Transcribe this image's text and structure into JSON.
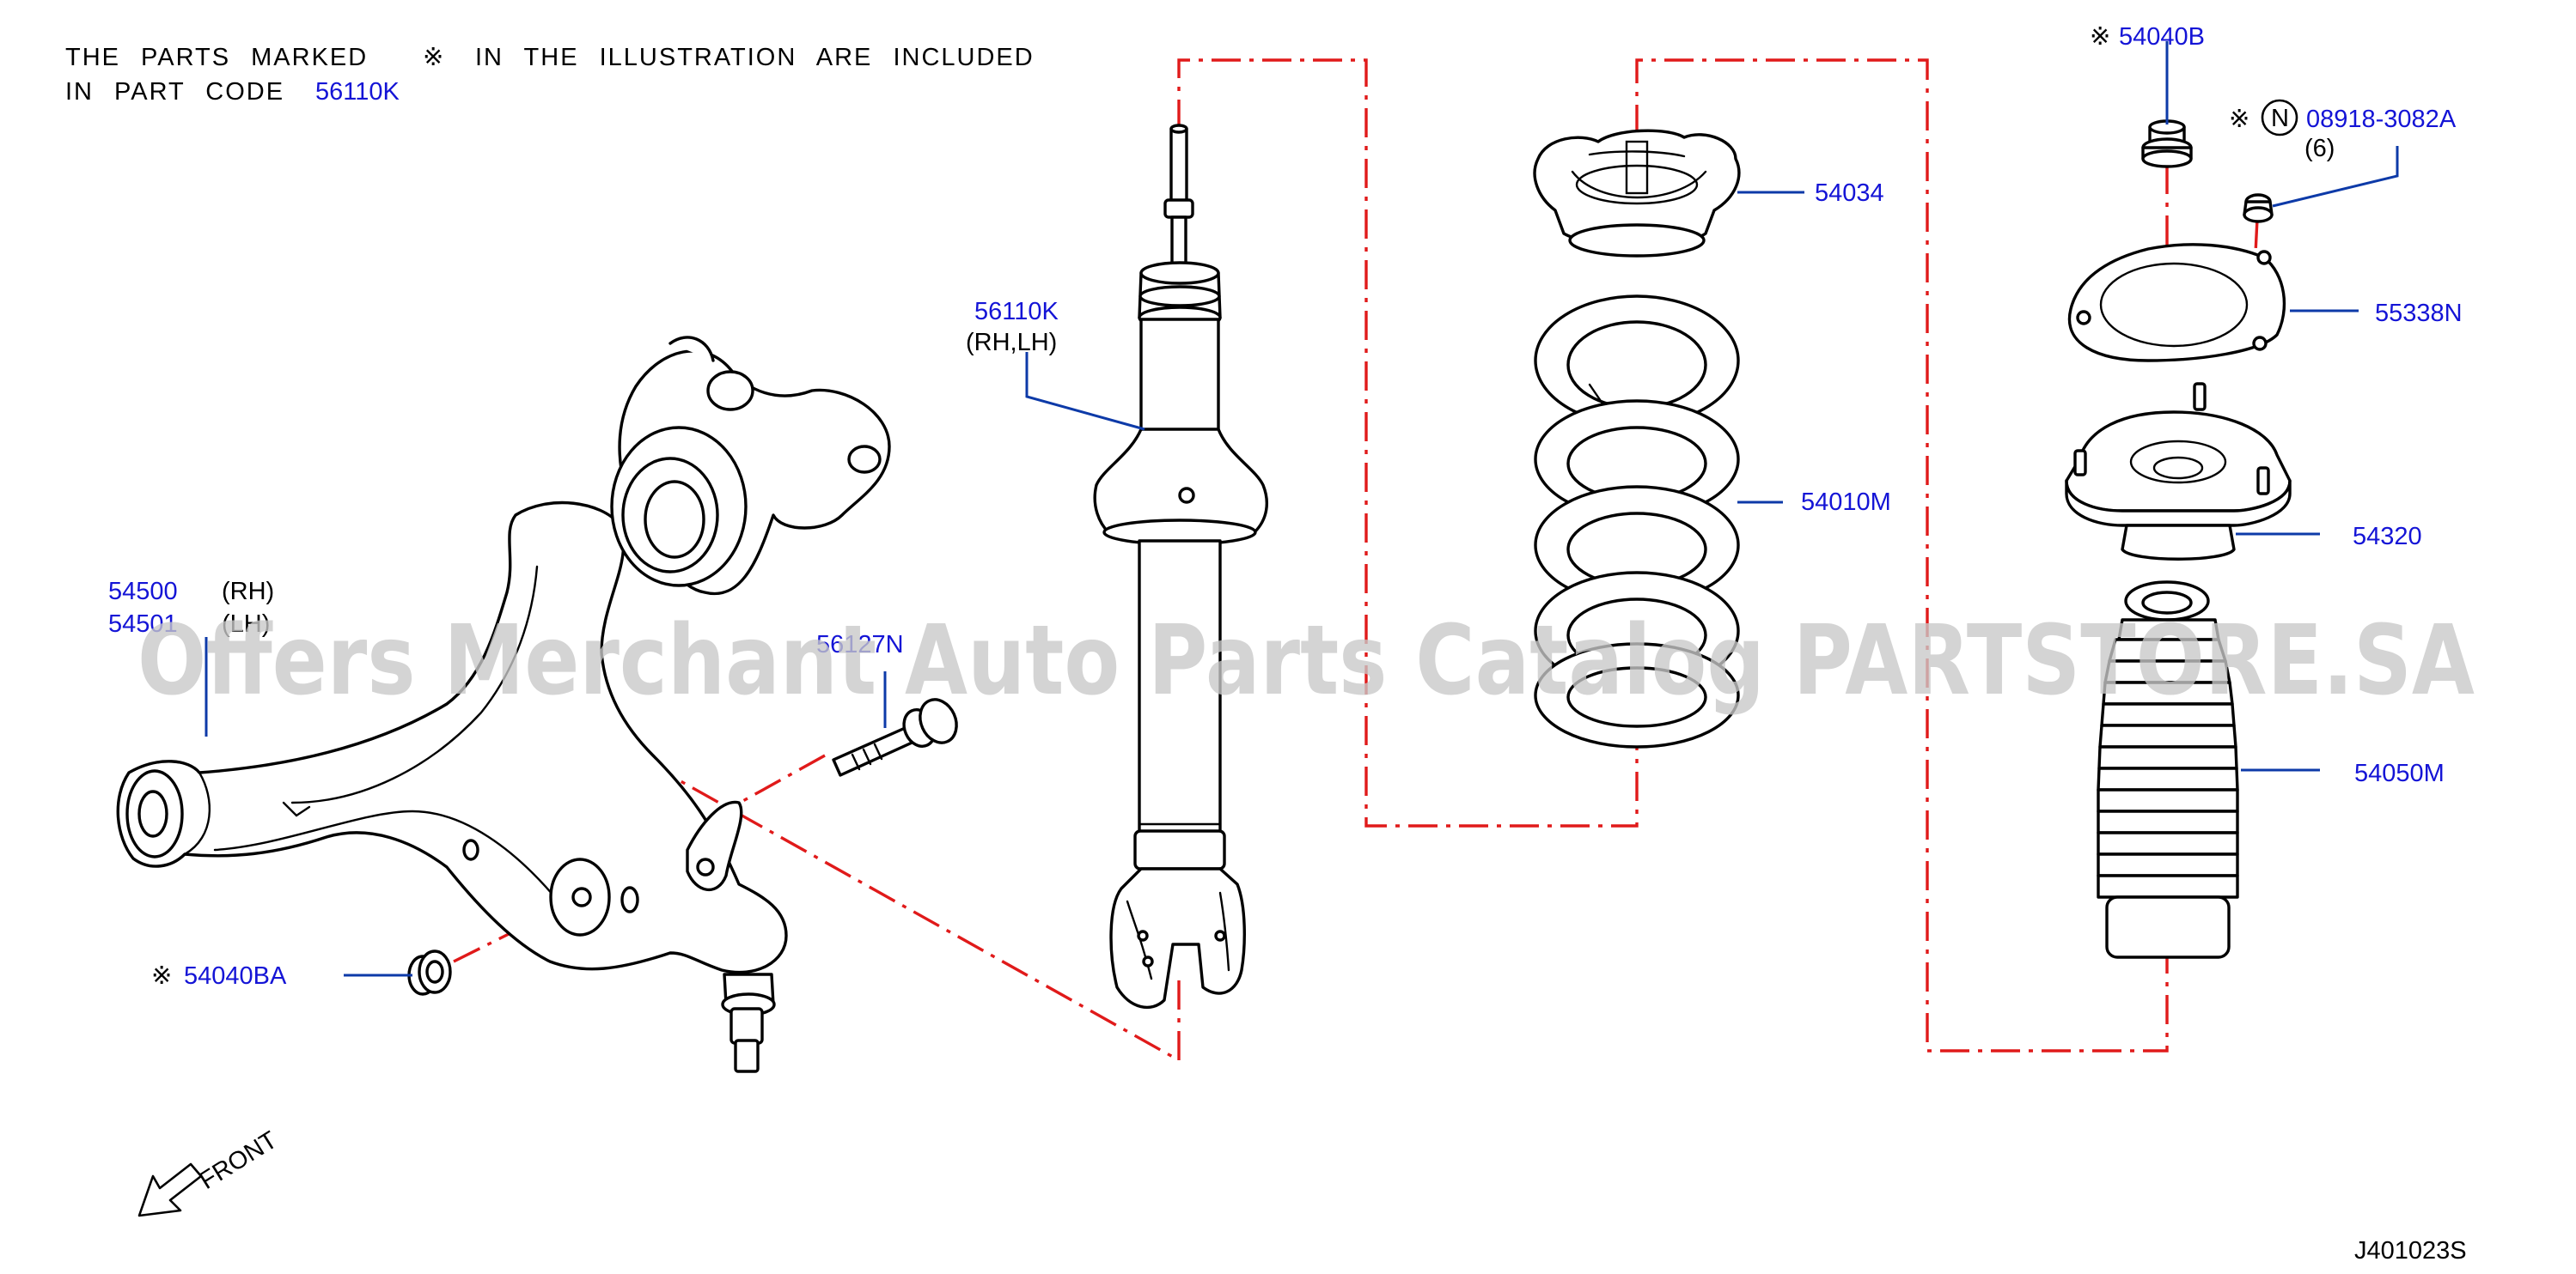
{
  "note": {
    "line1_a": "THE PARTS MARKED",
    "line1_mark": "※",
    "line1_b": "IN THE ILLUSTRATION ARE INCLUDED",
    "line2_a": "IN PART CODE",
    "line2_code": "56110K"
  },
  "mark_symbol": "※",
  "parts": {
    "lower_arm_rh_code": "54500",
    "lower_arm_rh_side": "(RH)",
    "lower_arm_lh_code": "54501",
    "lower_arm_lh_side": "(LH)",
    "bolt_code": "56127N",
    "nut_lower_code": "54040BA",
    "strut_code": "56110K",
    "strut_side": "(RH,LH)",
    "upper_seat_code": "54034",
    "spring_code": "54010M",
    "nut_top_code": "54040B",
    "n_badge": "N",
    "bolt_small_code": "08918-3082A",
    "bolt_small_qty": "(6)",
    "insulator_plate_code": "55338N",
    "mount_code": "54320",
    "boot_code": "54050M"
  },
  "front_label": "FRONT",
  "diagram_id": "J401023S",
  "watermark": "Offers Merchant Auto Parts Catalog PARTSTORE.SA",
  "colors": {
    "label": "#1414d6",
    "leader": "#0d3aa8",
    "guide": "#e01a1a",
    "line": "#000000"
  }
}
